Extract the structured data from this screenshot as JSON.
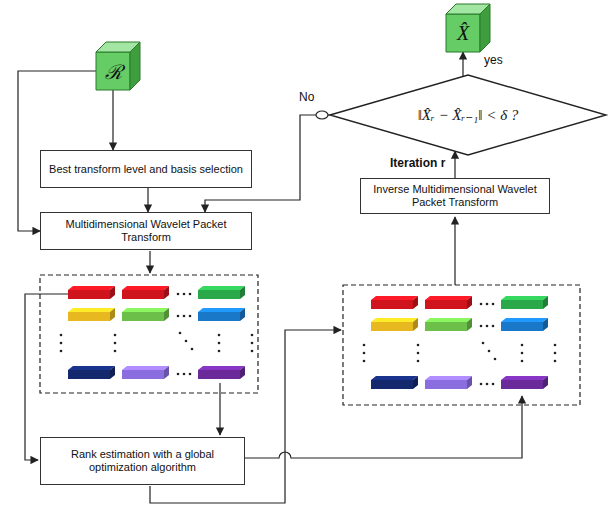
{
  "diagram": {
    "nodes": [
      {
        "text": [
          "ℛ"
        ]
      },
      {
        "text": [
          "Best transform level and basis selection"
        ]
      },
      {
        "text": [
          "Multidimensional Wavelet Packet Transform"
        ]
      },
      {
        "text": [
          "Rank estimation with a global optimization algorithm"
        ]
      },
      {
        "text": [
          "Inverse Multidimensional Wavelet Packet Transform"
        ]
      },
      {
        "text": [
          "‖X̂ᵣ − X̂ᵣ₋₁‖ < δ ?"
        ]
      },
      {
        "text": [
          "X̂"
        ]
      }
    ],
    "edges": [
      {
        "from": 0,
        "to": 1,
        "arrow": "to"
      },
      {
        "from": 0,
        "to": 2,
        "arrow": "to"
      },
      {
        "from": 1,
        "to": 2,
        "arrow": "to"
      },
      {
        "from": 4,
        "to": 5,
        "arrow": "to",
        "label": "Iteration r"
      },
      {
        "from": 5,
        "to": 6,
        "arrow": "to",
        "label": "yes"
      },
      {
        "from": 5,
        "to": 2,
        "arrow": "to",
        "label": "No"
      }
    ]
  }
}
